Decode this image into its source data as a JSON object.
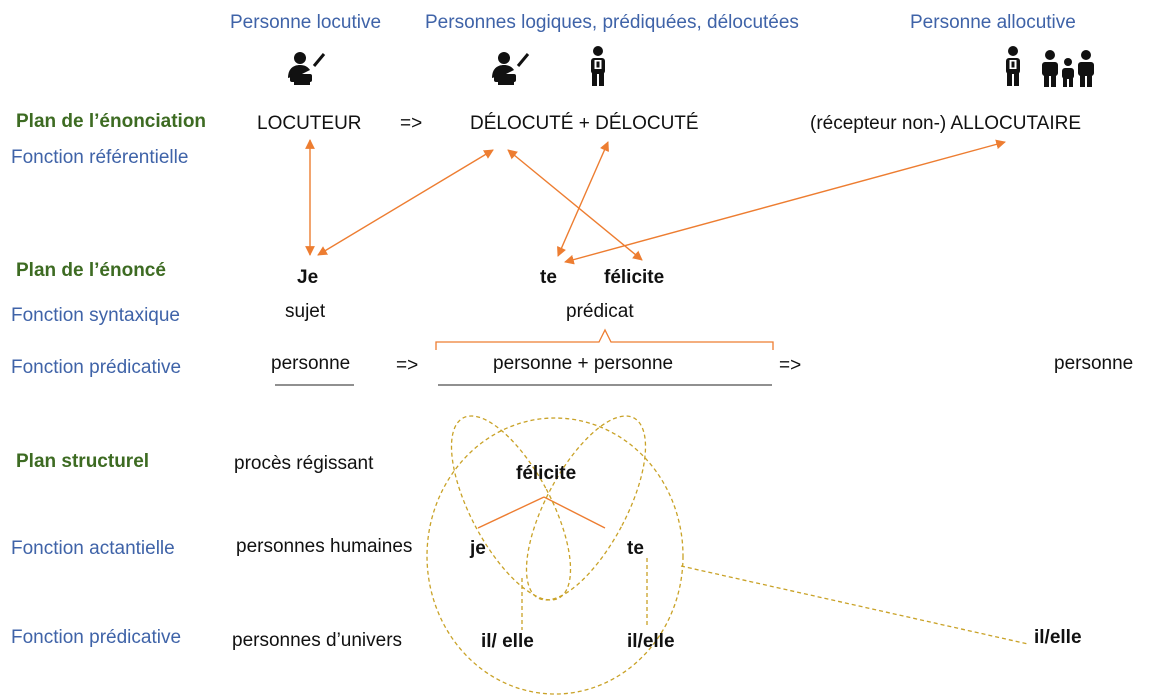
{
  "header": {
    "locutive": "Personne locutive",
    "logical": "Personnes logiques, prédiquées, délocutées",
    "allocutive": "Personne allocutive"
  },
  "icons": {
    "speaker_1": "speaker-at-desk-icon",
    "speaker_2": "speaker-at-desk-icon",
    "person_1": "standing-person-icon",
    "person_2": "standing-person-icon",
    "group": "group-of-people-icon"
  },
  "enonciation": {
    "plan": "Plan de l’énonciation",
    "function": "Fonction référentielle",
    "locuteur": "LOCUTEUR",
    "arrow1": "=>",
    "delocute": "DÉLOCUTÉ + DÉLOCUTÉ",
    "allocutaire": "(récepteur non-) ALLOCUTAIRE"
  },
  "enonce": {
    "plan": "Plan de l’énoncé",
    "je": "Je",
    "te": "te",
    "felicite": "félicite"
  },
  "syntaxique": {
    "label": "Fonction syntaxique",
    "sujet": "sujet",
    "predicat": "prédicat"
  },
  "predicative1": {
    "label": "Fonction prédicative",
    "personne_left": "personne",
    "arrow_a": "=>",
    "personnes_middle": "personne + personne",
    "arrow_b": "=>",
    "personne_right": "personne"
  },
  "structurel": {
    "plan": "Plan structurel",
    "proces": "procès régissant",
    "felicite": "félicite"
  },
  "actantielle": {
    "label": "Fonction actantielle",
    "humaines": "personnes humaines",
    "je": "je",
    "te": "te"
  },
  "predicative2": {
    "label": "Fonction prédicative",
    "univers": "personnes d’univers",
    "il_elle_1": "il/ elle",
    "il_elle_2": "il/elle",
    "il_elle_3": "il/elle"
  },
  "colors": {
    "heading_blue": "#3f63a8",
    "plan_green": "#3d6b22",
    "arrow_orange": "#ed7d31",
    "dashed_gold": "#c9a227",
    "text": "#111111"
  }
}
